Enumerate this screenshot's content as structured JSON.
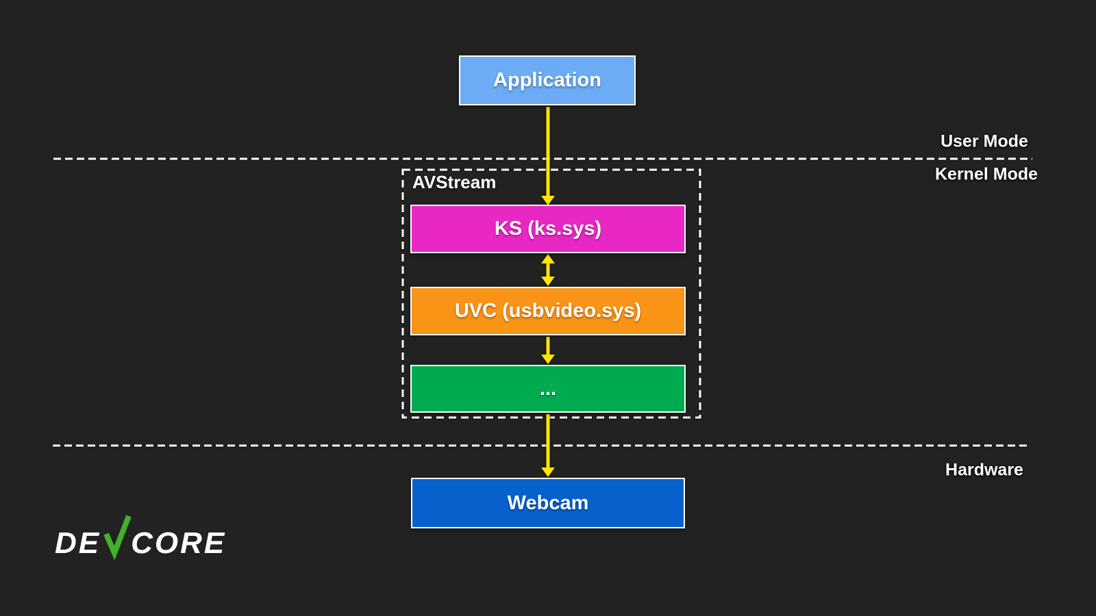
{
  "colors": {
    "background": "#222222",
    "text": "#ffffff",
    "divider": "#ffffff",
    "arrow": "#ffe600",
    "node_application": "#6cacf4",
    "node_ks": "#e928c4",
    "node_uvc": "#f99417",
    "node_more": "#00ab50",
    "node_webcam": "#0761cd",
    "logo_green": "#43b02a"
  },
  "nodes": {
    "application": "Application",
    "ks": "KS (ks.sys)",
    "uvc": "UVC (usbvideo.sys)",
    "more": "...",
    "webcam": "Webcam"
  },
  "group_label": "AVStream",
  "zone_labels": {
    "user_mode": "User Mode",
    "kernel_mode": "Kernel Mode",
    "hardware": "Hardware"
  },
  "logo": {
    "left": "DE",
    "right": "CORE"
  }
}
